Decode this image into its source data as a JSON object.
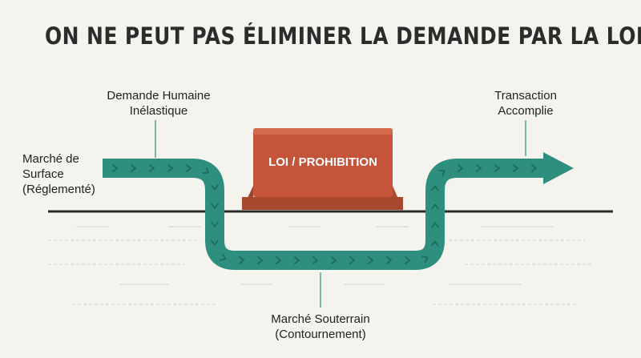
{
  "title": "ON NE PEUT PAS ÉLIMINER LA DEMANDE PAR LA LOI",
  "labels": {
    "surface": "Marché de\nSurface\n(Réglementé)",
    "demand": "Demande Humaine\nInélastique",
    "barrier": "LOI / PROHIBITION",
    "transaction": "Transaction\nAccomplie",
    "underground": "Marché Souterrain\n(Contournement)"
  },
  "colors": {
    "background": "#f4f3ee",
    "path": "#2e8f7f",
    "chevron": "#1d6b5e",
    "barrier": "#c4553b",
    "barrier_top": "#d66a4d",
    "barrier_dark": "#a1432e",
    "ground": "#2a2a2a",
    "text": "#222222"
  },
  "icons": [
    "flow-arrow",
    "chevron-pattern",
    "barrier-block"
  ]
}
